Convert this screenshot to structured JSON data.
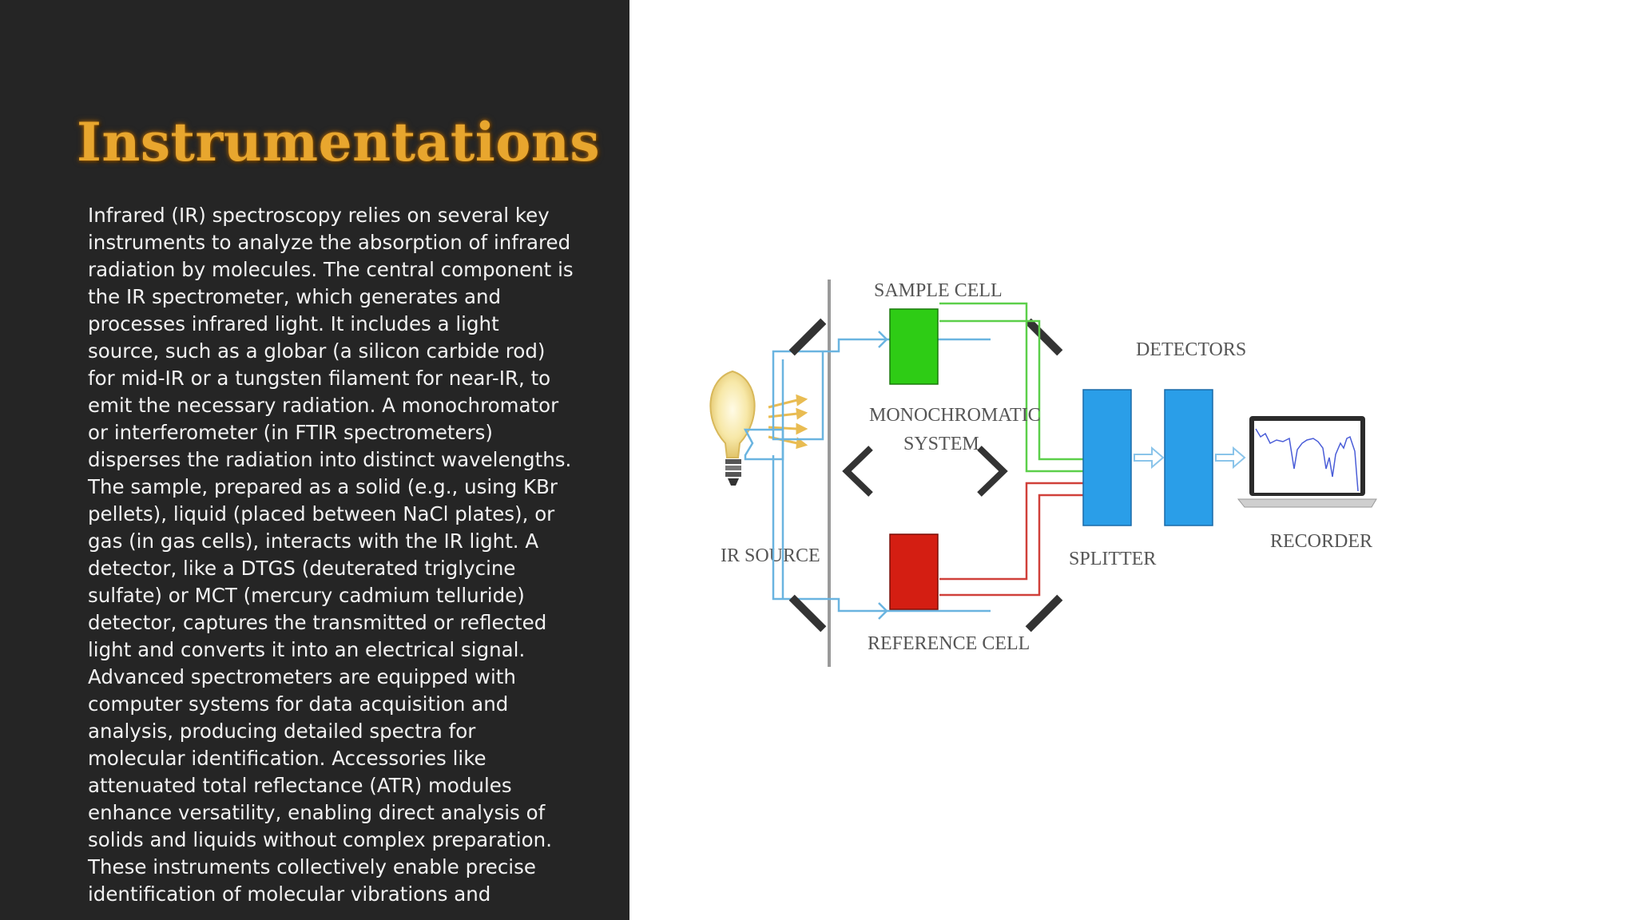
{
  "slide": {
    "title": "Instrumentations",
    "body": "Infrared (IR) spectroscopy relies on several key instruments to analyze the absorption of infrared radiation by molecules. The central component is the IR spectrometer, which generates and processes infrared light. It includes a light source, such as a globar (a silicon carbide rod) for mid-IR or a tungsten filament for near-IR, to emit the necessary radiation. A monochromator or interferometer (in FTIR spectrometers) disperses the radiation into distinct wavelengths. The sample, prepared as a solid (e.g., using KBr pellets), liquid (placed between NaCl plates), or gas (in gas cells), interacts with the IR light. A detector, like a DTGS (deuterated triglycine sulfate) or MCT (mercury cadmium telluride)   detector, captures the transmitted or reflected light and converts it into an electrical signal. Advanced spectrometers are equipped with computer systems for data acquisition and analysis, producing detailed spectra for molecular identification. Accessories like attenuated total reflectance (ATR) modules enhance versatility, enabling direct analysis of solids and liquids without complex preparation. These instruments collectively enable precise identification of molecular vibrations and"
  },
  "diagram": {
    "labels": {
      "ir_source": "IR SOURCE",
      "sample_cell": "SAMPLE CELL",
      "reference_cell": "REFERENCE CELL",
      "monochromatic_line1": "MONOCHROMATIC",
      "monochromatic_line2": "SYSTEM",
      "splitter": "SPLITTER",
      "detectors": "DETECTORS",
      "recorder": "RECORDER"
    },
    "colors": {
      "sample_cell": "#2ecc15",
      "reference_cell": "#d41e12",
      "splitter": "#2a9ee8",
      "detector": "#2a9ee8",
      "blue_beam": "#6ab4e0",
      "green_beam": "#5ccf4a",
      "red_beam": "#d0403a",
      "title": "#e8a62e",
      "panel": "#252525"
    }
  }
}
